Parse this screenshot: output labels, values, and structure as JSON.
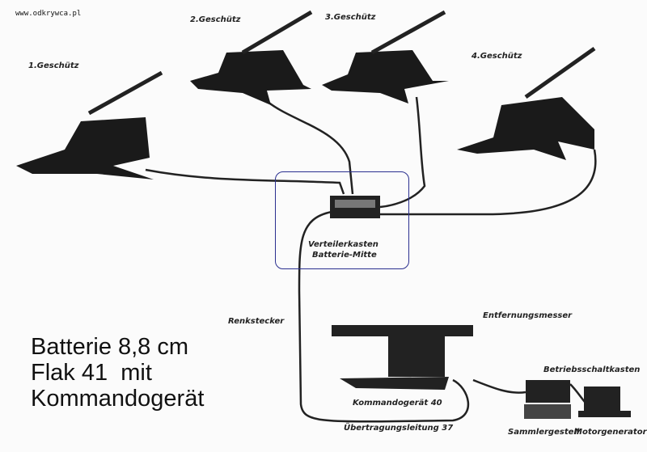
{
  "watermark": "www.odkrywca.pl",
  "guns": [
    "1.Geschütz",
    "2.Geschütz",
    "3.Geschütz",
    "4.Geschütz"
  ],
  "distribution_box": {
    "line1": "Verteilerkasten",
    "line2": "Batterie-Mitte"
  },
  "labels": {
    "plug": "Renkstecker",
    "rangefinder": "Entfernungsmesser",
    "director": "Kommandogerät 40",
    "cable": "Übertragungsleitung 37",
    "switchbox": "Betriebsschaltkasten",
    "battery_rack": "Sammlergestell",
    "generator": "Motorgenerator"
  },
  "title": {
    "line1": "Batterie 8,8 cm",
    "line2": "Flak 41  mit",
    "line3": "Kommandogerät"
  },
  "colors": {
    "highlight": "#2a2f8f",
    "ink": "#111111"
  }
}
